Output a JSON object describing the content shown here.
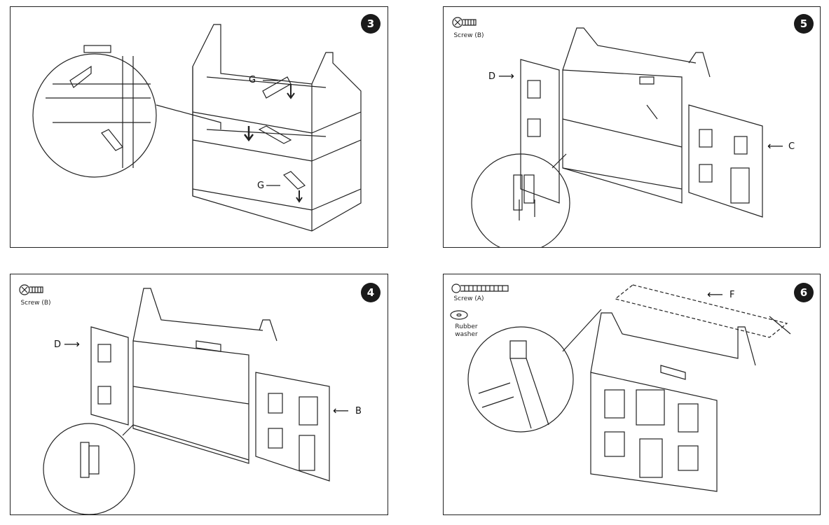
{
  "panels": [
    {
      "step": "3",
      "labels": {
        "g_top": "G",
        "g_bottom": "G"
      }
    },
    {
      "step": "5",
      "screw": "Screw (B)",
      "labels": {
        "d": "D",
        "c": "C"
      }
    },
    {
      "step": "4",
      "screw": "Screw (B)",
      "labels": {
        "d": "D",
        "b": "B"
      }
    },
    {
      "step": "6",
      "screw": "Screw (A)",
      "washer": "Rubber washer",
      "labels": {
        "f": "F"
      }
    }
  ],
  "icons": {
    "screw_b": "screw-b-icon",
    "screw_a": "screw-a-icon",
    "washer": "washer-icon",
    "arrow": "arrow-icon"
  }
}
